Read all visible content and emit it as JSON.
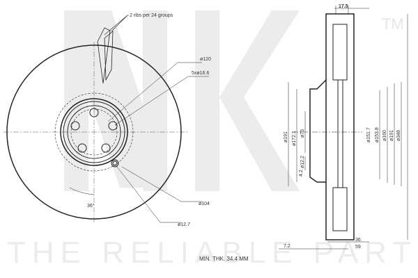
{
  "watermark": {
    "logo": "NK",
    "tm": "TM",
    "slogan": "THE RELIABLE PART"
  },
  "front_view": {
    "rib_note": "2 ribs per 24 groups",
    "d_hub": "ø120",
    "bolts": "5xø16.6",
    "d_bolt_circle": "ø104",
    "d_hole": "ø12.7",
    "angle": "36°"
  },
  "side_view": {
    "width": "17.5",
    "dims_left": [
      "ø191",
      "ø172.1",
      "ø75",
      "ø12.2",
      "4.2"
    ],
    "dims_right": [
      "ø151.7",
      "ø153.8",
      "ø160",
      "ø191",
      "ø348"
    ],
    "bottom": [
      "36",
      "59",
      "7.2"
    ]
  },
  "min_thickness": "MIN. THK. 34.4 MM"
}
